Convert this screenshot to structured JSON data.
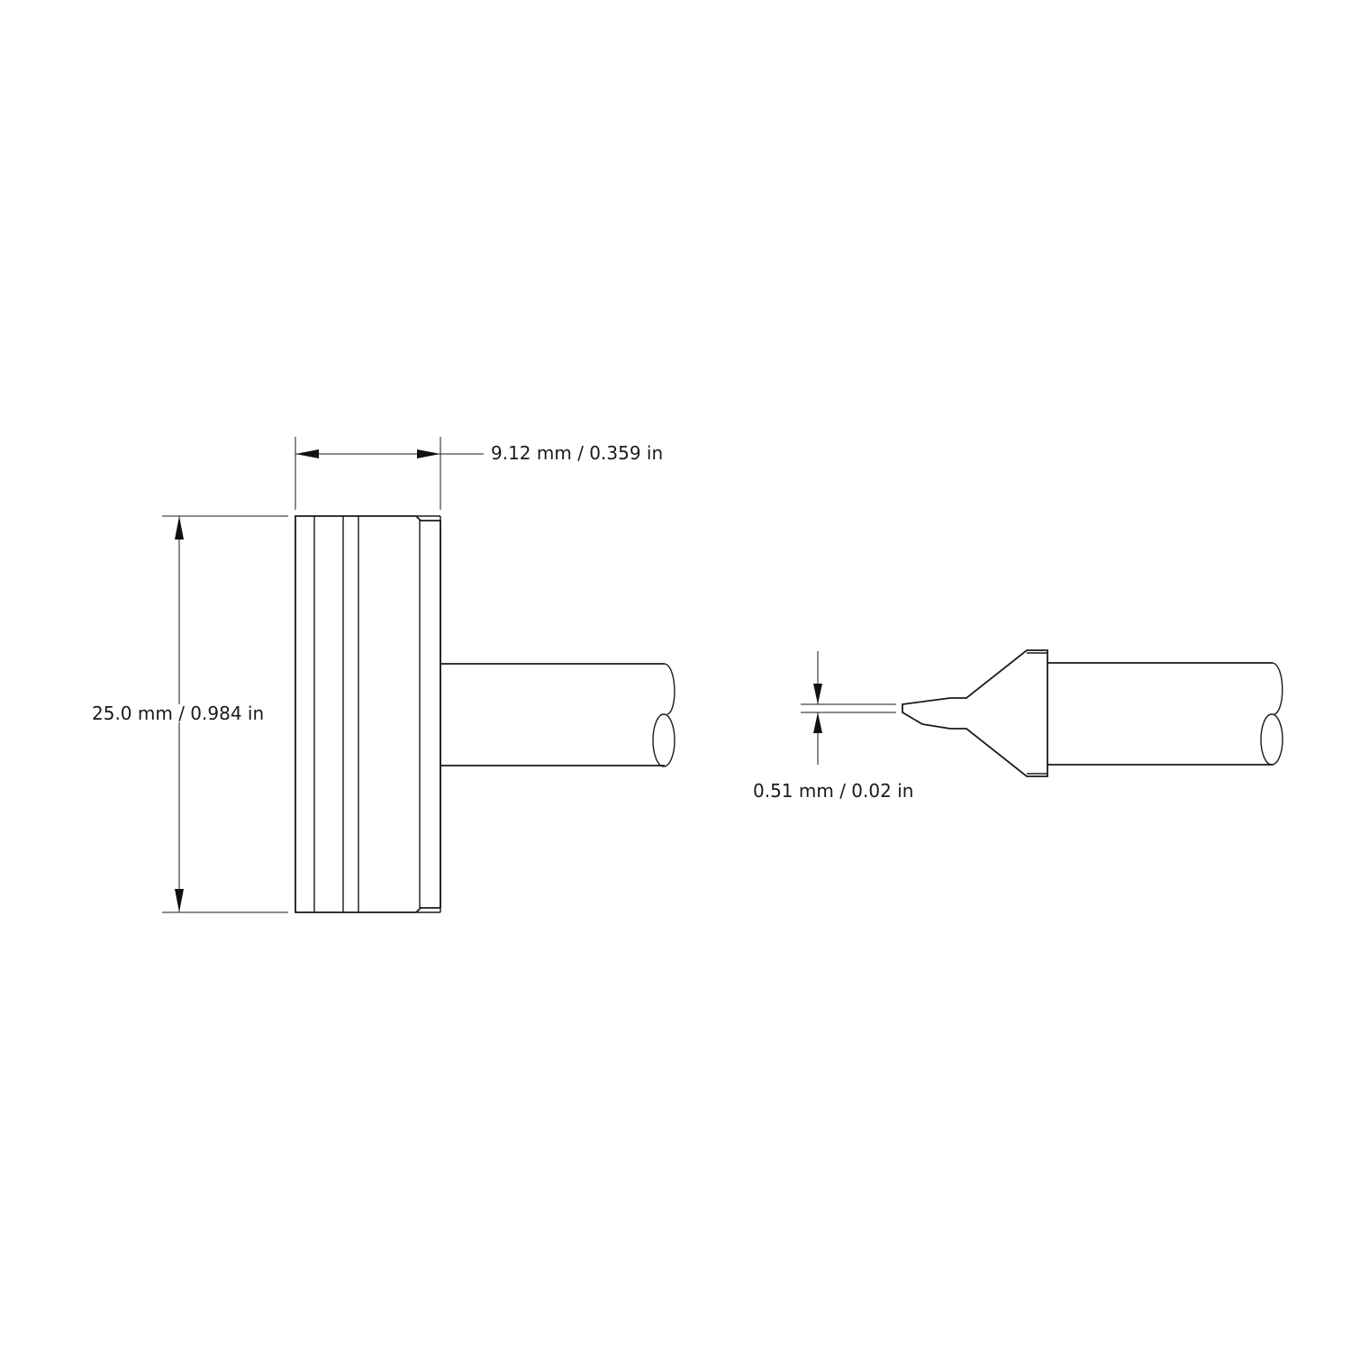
{
  "drawing": {
    "front_view": {
      "width_dimension": "9.12 mm / 0.359 in",
      "height_dimension": "25.0 mm / 0.984 in"
    },
    "side_view": {
      "tip_thickness_dimension": "0.51 mm / 0.02 in"
    }
  },
  "colors": {
    "line": "#1a1a1a",
    "background": "#ffffff"
  }
}
